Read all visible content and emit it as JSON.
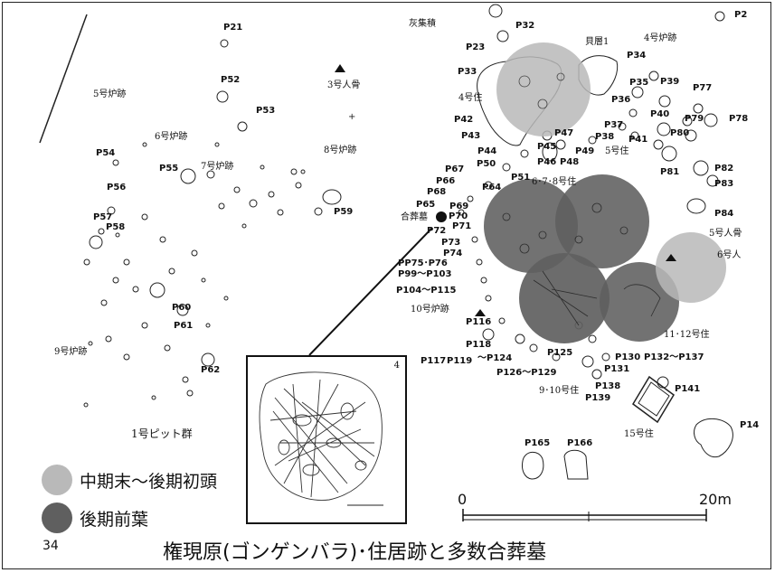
{
  "slide": {
    "page_number": "34",
    "title": "権現原(ゴンゲンバラ)･住居跡と多数合葬墓"
  },
  "legend": [
    {
      "label": "中期末～後期初頭",
      "color": "#b9b9b9"
    },
    {
      "label": "後期前葉",
      "color": "#5f5f5f"
    }
  ],
  "scale_bar": {
    "start": "0",
    "end": "20m"
  },
  "inset": {
    "page_mark": "4"
  },
  "features_left": {
    "pits": [
      "P21",
      "P52",
      "P53",
      "P54",
      "P55",
      "P56",
      "P57",
      "P58",
      "P59",
      "P60",
      "P61",
      "P62"
    ],
    "notes": [
      "5号炉跡",
      "6号炉跡",
      "7号炉跡",
      "8号炉跡",
      "9号炉跡",
      "3号人骨",
      "1号ピット群"
    ]
  },
  "features_right": {
    "pits": [
      "P2",
      "P32",
      "P23",
      "P33",
      "P34",
      "P35",
      "P36",
      "P37",
      "P38",
      "P39",
      "P40",
      "P41",
      "P42",
      "P43",
      "P44",
      "P45",
      "P46",
      "P47",
      "P48",
      "P49",
      "P50",
      "P51",
      "P64",
      "P65",
      "P66",
      "P67",
      "P68",
      "P69",
      "P70",
      "P71",
      "P72",
      "P73",
      "P74",
      "P77",
      "P78",
      "P79",
      "P80",
      "P81",
      "P82",
      "P83",
      "P84",
      "P116",
      "P118",
      "P125",
      "P130",
      "P131",
      "P138",
      "P139",
      "P141",
      "P14",
      "P165",
      "P166"
    ],
    "ranges": [
      "PP75･P76",
      "P99～P103",
      "P104～P115",
      "P117",
      "P119",
      "～P124",
      "P126～P129",
      "P132～P137"
    ],
    "notes": [
      "灰集積",
      "貝層1",
      "4号炉跡",
      "4号住",
      "5号住",
      "6･7･8号住",
      "合葬墓",
      "10号炉跡",
      "5号人骨",
      "6号人",
      "11･12号住",
      "9･10号住",
      "15号住"
    ]
  }
}
